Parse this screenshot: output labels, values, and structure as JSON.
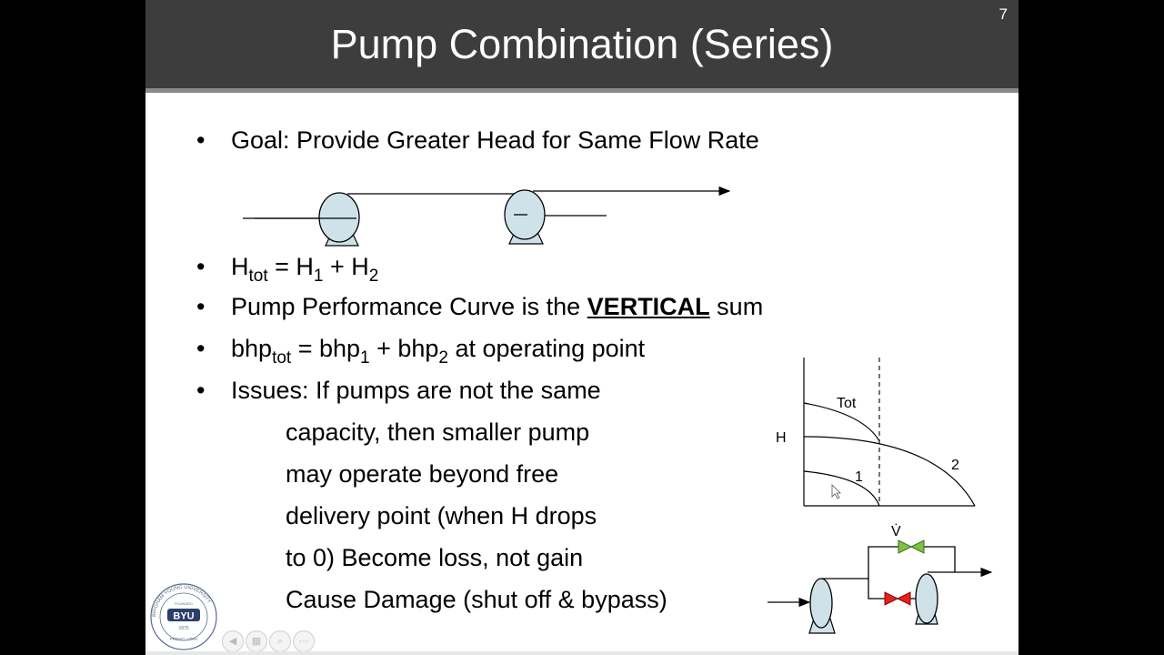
{
  "slide": {
    "number": "7",
    "title": "Pump Combination (Series)"
  },
  "bullets": {
    "goal": "Goal:  Provide Greater Head for Same Flow Rate",
    "h_a": "H",
    "h_sub_tot": "tot",
    "h_b": " = H",
    "h_sub_1": "1",
    "h_c": " + H",
    "h_sub_2": "2",
    "perf_a": "Pump Performance Curve is the ",
    "perf_bold": "VERTICAL",
    "perf_b": " sum",
    "bhp_a": "bhp",
    "bhp_sub_tot": "tot",
    "bhp_b": " = bhp",
    "bhp_sub_1": "1",
    "bhp_c": " + bhp",
    "bhp_sub_2": "2",
    "bhp_d": " at operating point",
    "issues": "Issues:  If pumps are not the same",
    "issues_lines": [
      "capacity, then smaller pump",
      "may operate beyond free",
      "delivery point (when H drops",
      "to 0)  Become loss, not gain",
      "Cause Damage (shut off & bypass)"
    ]
  },
  "curve_diagram": {
    "label_tot": "Tot",
    "label_h": "H",
    "label_2": "2",
    "label_1": "1"
  },
  "bypass_diagram": {
    "label_vdot": "V̇"
  },
  "logo": {
    "text": "BYU",
    "ring_text": "BRIGHAM YOUNG UNIVERSITY",
    "founded": "FOUNDED",
    "year": "1875",
    "city": "PROVO, UTAH"
  },
  "colors": {
    "pump_fill": "#cfe2ea",
    "valve_green": "#7dc242",
    "valve_red": "#e2231a",
    "title_bg": "#3d3d3d"
  }
}
